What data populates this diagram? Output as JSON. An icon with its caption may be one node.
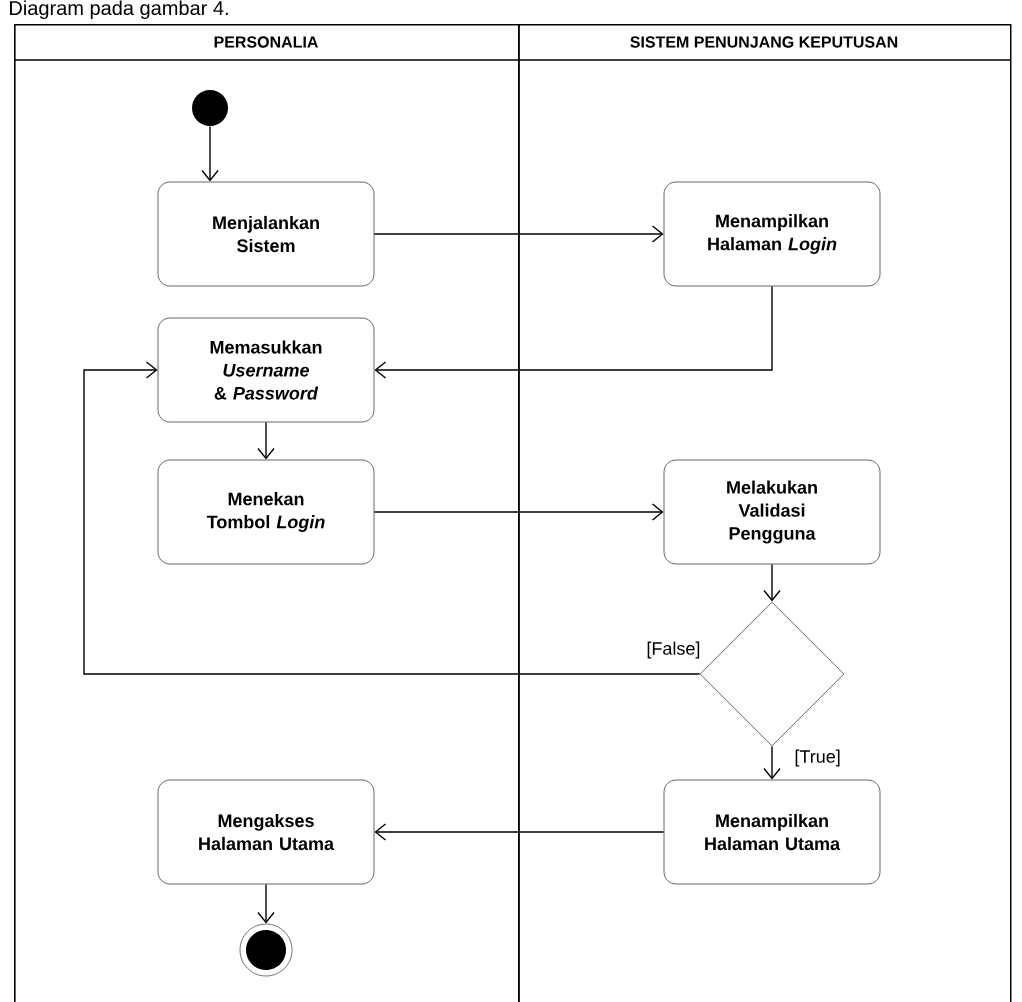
{
  "diagram": {
    "nodes": [
      {
        "text": [
          "PERSONALIA"
        ]
      },
      {
        "text": [
          "SISTEM PENUNJANG KEPUTUSAN"
        ]
      },
      {
        "text": [],
        "shape": "circle",
        "in": 0
      },
      {
        "text": [
          "Menjalankan Sistem"
        ],
        "in": 0
      },
      {
        "text": [
          "Menampilkan Halaman *Login*"
        ],
        "in": 1
      },
      {
        "text": [
          "Memasukkan *Username* & *Password*"
        ],
        "in": 0
      },
      {
        "text": [
          "Menekan Tombol *Login*"
        ],
        "in": 0
      },
      {
        "text": [
          "Melakukan Validasi Pengguna"
        ],
        "in": 1
      },
      {
        "text": [],
        "shape": "diamond",
        "in": 1
      },
      {
        "text": [
          "Menampilkan Halaman Utama"
        ],
        "in": 1
      },
      {
        "text": [
          "Mengakses Halaman Utama"
        ],
        "in": 0
      },
      {
        "text": [],
        "shape": "circle",
        "in": 0
      }
    ],
    "edges": [
      {
        "from": 2,
        "to": 3,
        "arrow": "to"
      },
      {
        "from": 3,
        "to": 4,
        "arrow": "to"
      },
      {
        "from": 4,
        "to": 5,
        "arrow": "to"
      },
      {
        "from": 5,
        "to": 6,
        "arrow": "to"
      },
      {
        "from": 6,
        "to": 7,
        "arrow": "to"
      },
      {
        "from": 7,
        "to": 8,
        "arrow": "to"
      },
      {
        "from": 8,
        "to": 5,
        "arrow": "to",
        "label": "[False]"
      },
      {
        "from": 8,
        "to": 9,
        "arrow": "to",
        "label": "[True]"
      },
      {
        "from": 9,
        "to": 10,
        "arrow": "to"
      },
      {
        "from": 10,
        "to": 11,
        "arrow": "to"
      }
    ],
    "labels": [
      "Diagram pada gambar 4."
    ]
  }
}
